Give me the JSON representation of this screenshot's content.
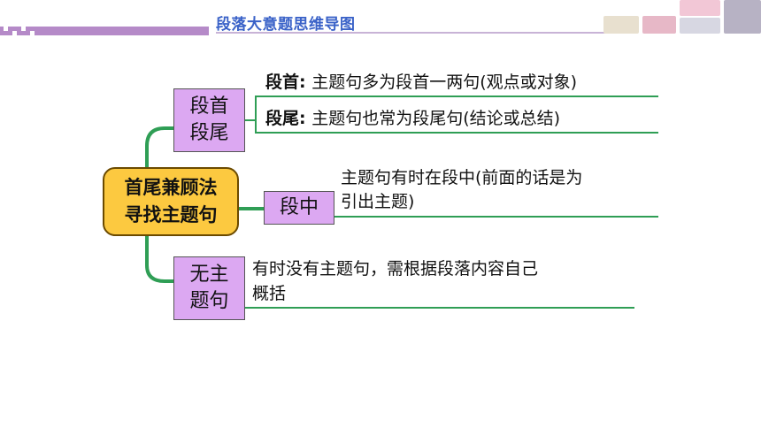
{
  "header": {
    "title": "段落大意题思维导图"
  },
  "mindmap": {
    "root": {
      "line1": "首尾兼顾法",
      "line2": "寻找主题句"
    },
    "branches": [
      {
        "label_line1": "段首",
        "label_line2": "段尾",
        "leaves": [
          {
            "term": "段首",
            "sep": ": ",
            "text": "主题句多为段首一两句(观点或对象)"
          },
          {
            "term": "段尾",
            "sep": ": ",
            "text": "主题句也常为段尾句(结论或总结)"
          }
        ]
      },
      {
        "label_line1": "段中",
        "leaf": {
          "line1": "主题句有时在段中(前面的话是为",
          "line2": "引出主题)"
        }
      },
      {
        "label_line1": "无主",
        "label_line2": "题句",
        "leaf": {
          "line1": "有时没有主题句，需根据段落内容自己",
          "line2": "概括"
        }
      }
    ]
  },
  "colors": {
    "connector": "#2f9e55",
    "branch_box": "#dca8f2",
    "root_box": "#fcc940",
    "header_bar": "#b58ac8",
    "header_title": "#3a62c8"
  }
}
